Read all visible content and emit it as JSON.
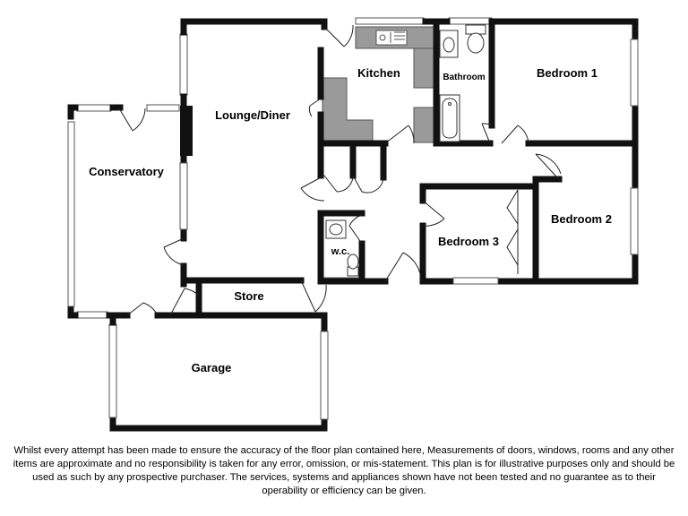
{
  "rooms": {
    "lounge_diner": "Lounge/Diner",
    "kitchen": "Kitchen",
    "bathroom": "Bathroom",
    "bedroom_1": "Bedroom 1",
    "conservatory": "Conservatory",
    "bedroom_2": "Bedroom 2",
    "bedroom_3": "Bedroom 3",
    "wc": "w.c.",
    "store": "Store",
    "garage": "Garage"
  },
  "disclaimer": "Whilst every attempt has been made to ensure the accuracy of the floor plan contained here, Measurements of doors, windows, rooms and any other items are approximate and no responsibility is taken for any error, omission, or mis-statement. This plan is for illustrative purposes only and should be used as such by any prospective purchaser. The services, systems and appliances shown have not been tested and no guarantee as to their operability or efficiency can be given.",
  "colors": {
    "wall": "#111111",
    "fixture": "#9a9a9a",
    "window": "#cfcfcf"
  }
}
